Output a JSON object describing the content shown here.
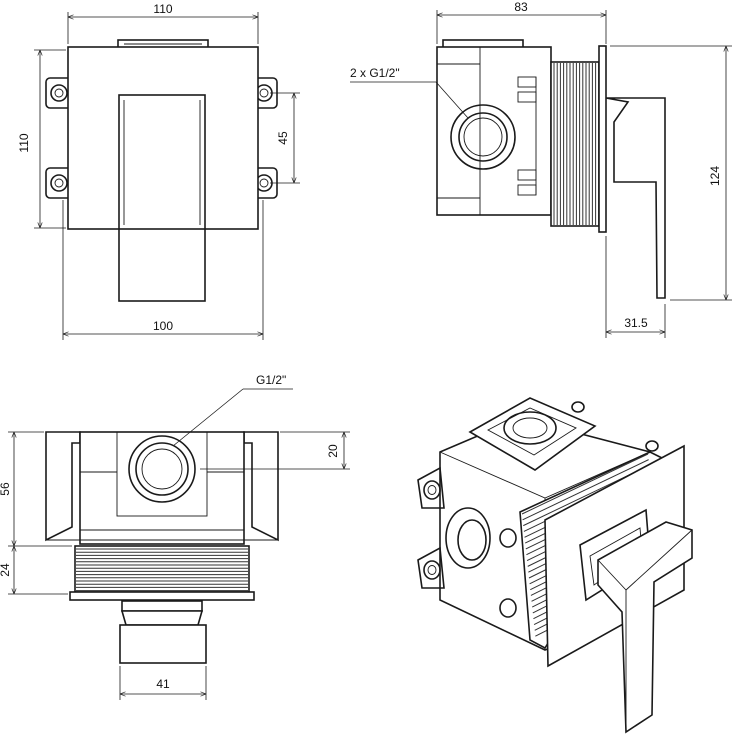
{
  "dimensions": {
    "front_width_top": "110",
    "front_height_left": "110",
    "front_hole_spacing": "45",
    "front_width_bottom": "100",
    "side_depth_top": "83",
    "side_height_right": "124",
    "side_plate_offset": "31.5",
    "bottom_height_56": "56",
    "bottom_height_24": "24",
    "bottom_offset_20": "20",
    "bottom_width_41": "41"
  },
  "labels": {
    "side_thread": "2 x G1/2\"",
    "bottom_thread": "G1/2\""
  }
}
